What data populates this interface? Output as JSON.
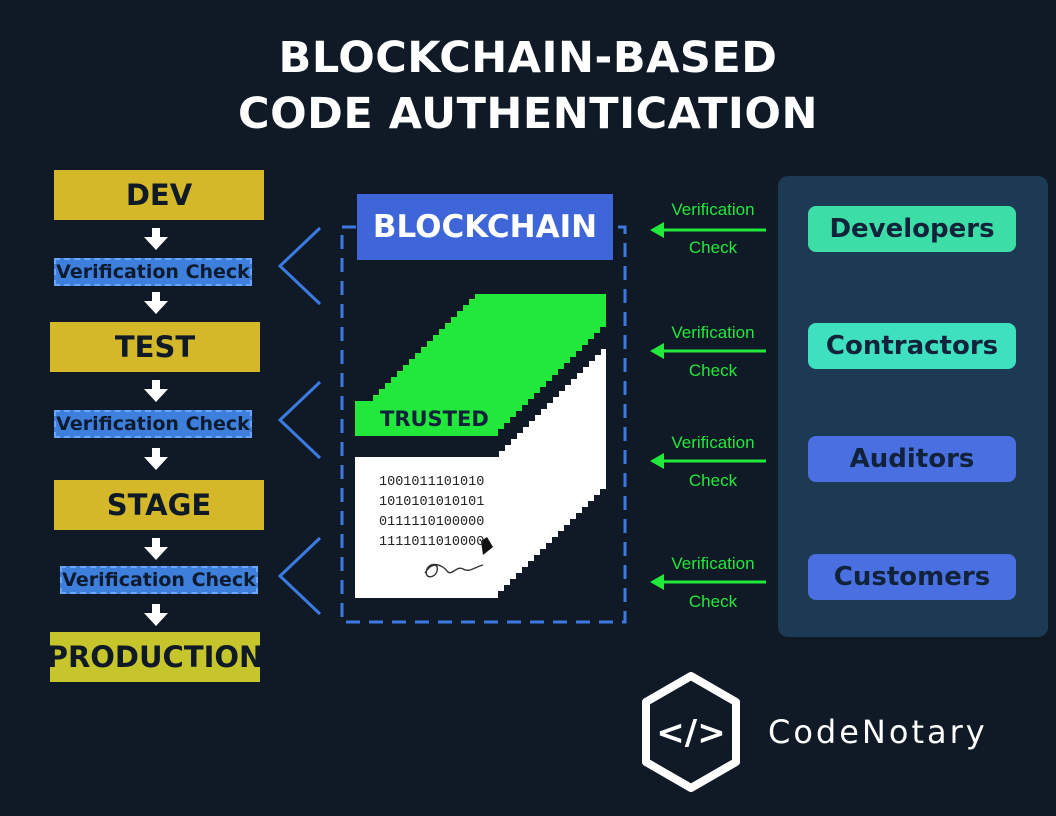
{
  "title": {
    "line1": "BLOCKCHAIN-BASED",
    "line2": "CODE AUTHENTICATION"
  },
  "pipeline": {
    "stages": [
      "DEV",
      "TEST",
      "STAGE",
      "PRODUCTION"
    ],
    "check_label": "Verification Check"
  },
  "blockchain": {
    "label": "BLOCKCHAIN",
    "trusted_label": "TRUSTED",
    "binary_lines": [
      "1001011101010",
      "1010101010101",
      "0111110100000",
      "1111011010000"
    ]
  },
  "verification": {
    "line1": "Verification",
    "line2": "Check"
  },
  "parties": [
    "Developers",
    "Contractors",
    "Auditors",
    "Customers"
  ],
  "brand": {
    "name": "CodeNotary",
    "logo_glyph": "</>"
  },
  "colors": {
    "background": "#0f1a26",
    "stage_yellow": "#d4b82a",
    "production_yellow": "#c7c52c",
    "check_blue": "#3e7fdc",
    "blockchain_blue": "#3f66d8",
    "trusted_green": "#22e83c",
    "developers_teal": "#3ddda8",
    "contractors_teal": "#3ee0c0",
    "auditors_blue": "#4a6fe0",
    "customers_blue": "#4a6fe0",
    "panel": "#1d3a54"
  }
}
